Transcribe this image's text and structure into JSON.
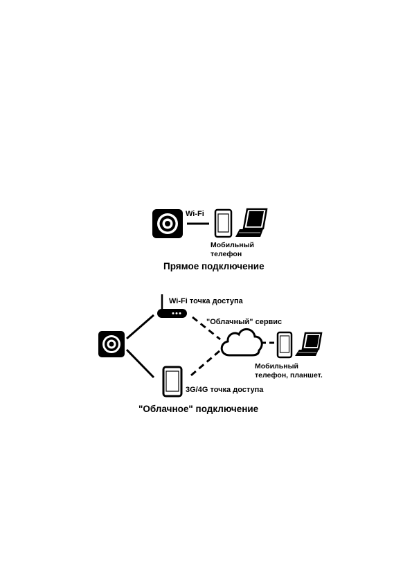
{
  "direct": {
    "link_label": "Wi-Fi",
    "phone_caption": [
      "Мобильный",
      "телефон"
    ],
    "title": "Прямое подключение"
  },
  "cloud": {
    "router_label": "Wi-Fi точка доступа",
    "service_label": "\"Облачный\" сервис",
    "hotspot_label": "3G/4G точка доступа",
    "clients_caption": [
      "Мобильный",
      "телефон, планшет."
    ],
    "title": "\"Облачное\" подключение"
  }
}
